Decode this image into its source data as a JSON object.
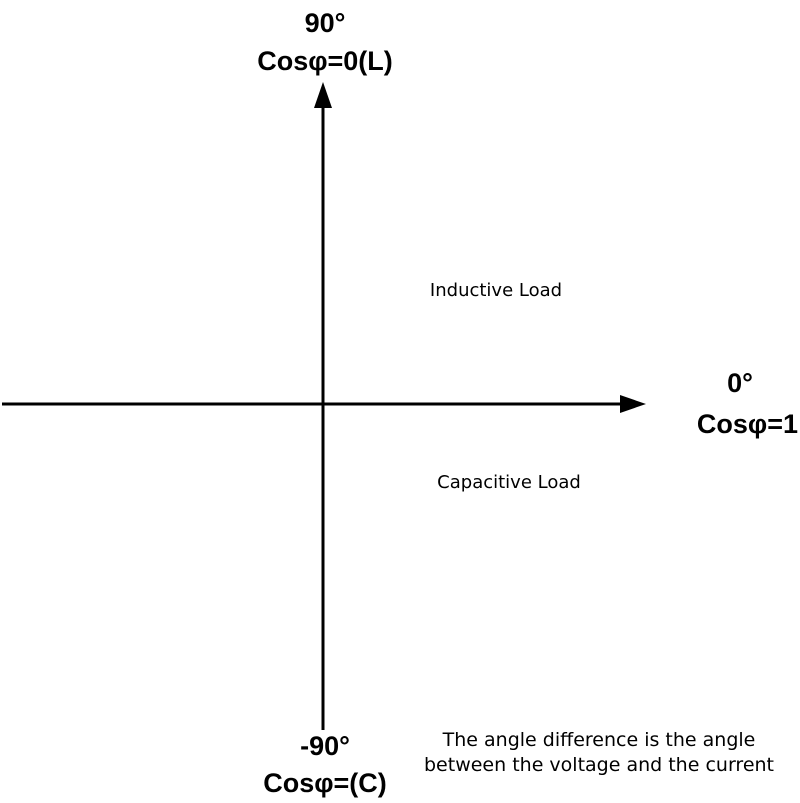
{
  "axes": {
    "top": {
      "angle": "90°",
      "cos": "Cosφ=0(L)"
    },
    "right": {
      "angle": "0°",
      "cos": "Cosφ=1"
    },
    "bottom": {
      "angle": "-90°",
      "cos": "Cosφ=(C)"
    }
  },
  "regions": {
    "upper": "Inductive Load",
    "lower": "Capacitive Load"
  },
  "note": {
    "line1": "The angle difference is the angle",
    "line2": "between the voltage and the current"
  },
  "colors": {
    "axis": "#000000",
    "text": "#000000",
    "background": "#ffffff"
  }
}
